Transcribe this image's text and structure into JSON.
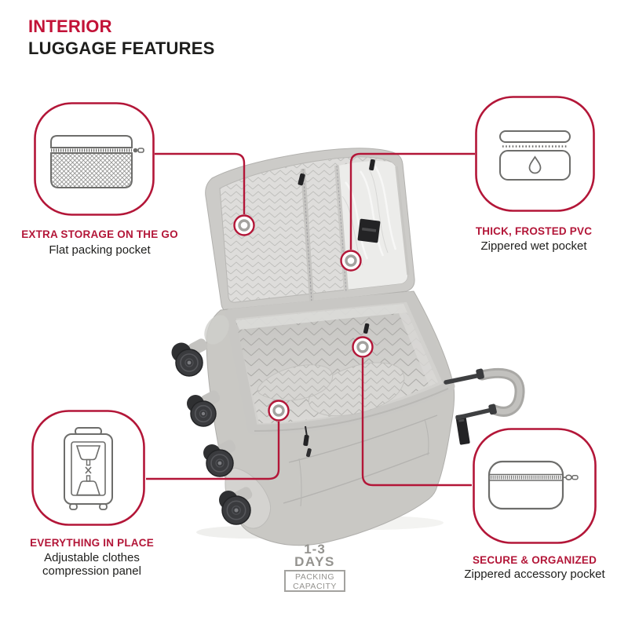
{
  "colors": {
    "accent_red": "#b31638",
    "title_red": "#c21237",
    "text_dark": "#1e1e1c",
    "muted_gray": "#94938f"
  },
  "header": {
    "title_line1": "INTERIOR",
    "title_line2": "LUGGAGE FEATURES"
  },
  "features": {
    "flat_pocket": {
      "icon": "mesh-packing-pocket-icon",
      "heading": "EXTRA STORAGE ON THE GO",
      "description": "Flat packing pocket"
    },
    "wet_pocket": {
      "icon": "wet-pocket-droplet-icon",
      "heading": "THICK, FROSTED PVC",
      "description": "Zippered wet pocket"
    },
    "compression": {
      "icon": "compression-panel-icon",
      "heading": "EVERYTHING IN PLACE",
      "description_line1": "Adjustable clothes",
      "description_line2": "compression panel"
    },
    "accessory": {
      "icon": "zippered-accessory-pocket-icon",
      "heading": "SECURE & ORGANIZED",
      "description": "Zippered accessory pocket"
    }
  },
  "capacity": {
    "range": "1-3",
    "unit": "DAYS",
    "badge_line1": "PACKING",
    "badge_line2": "CAPACITY"
  }
}
